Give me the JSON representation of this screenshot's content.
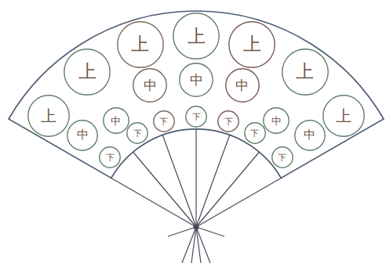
{
  "diagram": {
    "nodes": [
      {
        "text": [
          "上"
        ]
      },
      {
        "text": [
          "上"
        ]
      },
      {
        "text": [
          "上"
        ]
      },
      {
        "text": [
          "上"
        ]
      },
      {
        "text": [
          "上"
        ]
      },
      {
        "text": [
          "上"
        ]
      },
      {
        "text": [
          "上"
        ]
      },
      {
        "text": [
          "中"
        ]
      },
      {
        "text": [
          "中"
        ]
      },
      {
        "text": [
          "中"
        ]
      },
      {
        "text": [
          "中"
        ]
      },
      {
        "text": [
          "中"
        ]
      },
      {
        "text": [
          "中"
        ]
      },
      {
        "text": [
          "中"
        ]
      },
      {
        "text": [
          "下"
        ]
      },
      {
        "text": [
          "下"
        ]
      },
      {
        "text": [
          "下"
        ]
      },
      {
        "text": [
          "下"
        ]
      },
      {
        "text": [
          "下"
        ]
      },
      {
        "text": [
          "下"
        ]
      },
      {
        "text": [
          "下"
        ]
      }
    ]
  }
}
